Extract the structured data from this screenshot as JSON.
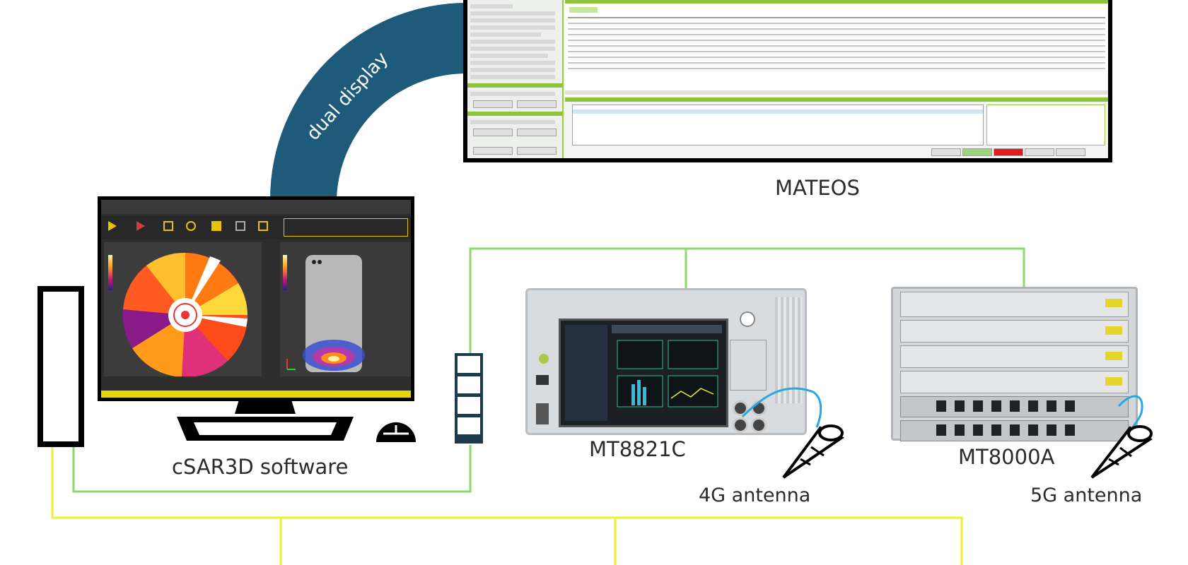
{
  "labels": {
    "mateos": "MATEOS",
    "csar3d": "cSAR3D software",
    "mt8821c": "MT8821C",
    "mt8000a": "MT8000A",
    "antenna_4g": "4G antenna",
    "antenna_5g": "5G antenna",
    "dual_display": "dual display"
  },
  "colors": {
    "arc": "#1e5a7a",
    "network_green": "#8ed86d",
    "network_yellow": "#f2ee32",
    "antenna_cable": "#2aa7e0",
    "mateos_green": "#8fc43a",
    "status_yellow": "#e8d400"
  },
  "icons": {
    "pc_tower": "tower-icon",
    "network_switch": "switch-icon",
    "mouse": "mouse-icon",
    "antenna": "horn-antenna-icon"
  }
}
